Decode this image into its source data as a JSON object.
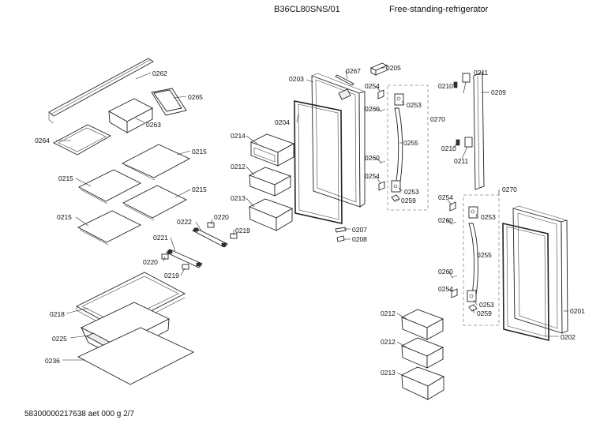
{
  "header": {
    "model": "B36CL80SNS/01",
    "category": "Free-standing-refrigerator"
  },
  "footer": {
    "document_code": "58300000217638 aet 000 g 2/7"
  },
  "parts": {
    "p0262": "0262",
    "p0265": "0265",
    "p0263": "0263",
    "p0264": "0264",
    "p0215a": "0215",
    "p0215b": "0215",
    "p0215c": "0215",
    "p0215d": "0215",
    "p0222": "0222",
    "p0220a": "0220",
    "p0219a": "0219",
    "p0221": "0221",
    "p0220b": "0220",
    "p0219b": "0219",
    "p0218": "0218",
    "p0225": "0225",
    "p0236": "0236",
    "p0214": "0214",
    "p0212a": "0212",
    "p0213a": "0213",
    "p0203": "0203",
    "p0204": "0204",
    "p0267": "0267",
    "p0205": "0205",
    "p0254a": "0254",
    "p0260a": "0260",
    "p0253a": "0253",
    "p0270a": "0270",
    "p0255a": "0255",
    "p0260b": "0260",
    "p0254b": "0254",
    "p0253b": "0253",
    "p0259a": "0259",
    "p0207": "0207",
    "p0208": "0208",
    "p0210a": "0210",
    "p0211a": "0211",
    "p0209": "0209",
    "p0210b": "0210",
    "p0211b": "0211",
    "p0270b": "0270",
    "p0254c": "0254",
    "p0253c": "0253",
    "p0260c": "0260",
    "p0255b": "0255",
    "p0260d": "0260",
    "p0254d": "0254",
    "p0253d": "0253",
    "p0259b": "0259",
    "p0201": "0201",
    "p0202": "0202",
    "p0212b": "0212",
    "p0212c": "0212",
    "p0213b": "0213"
  }
}
